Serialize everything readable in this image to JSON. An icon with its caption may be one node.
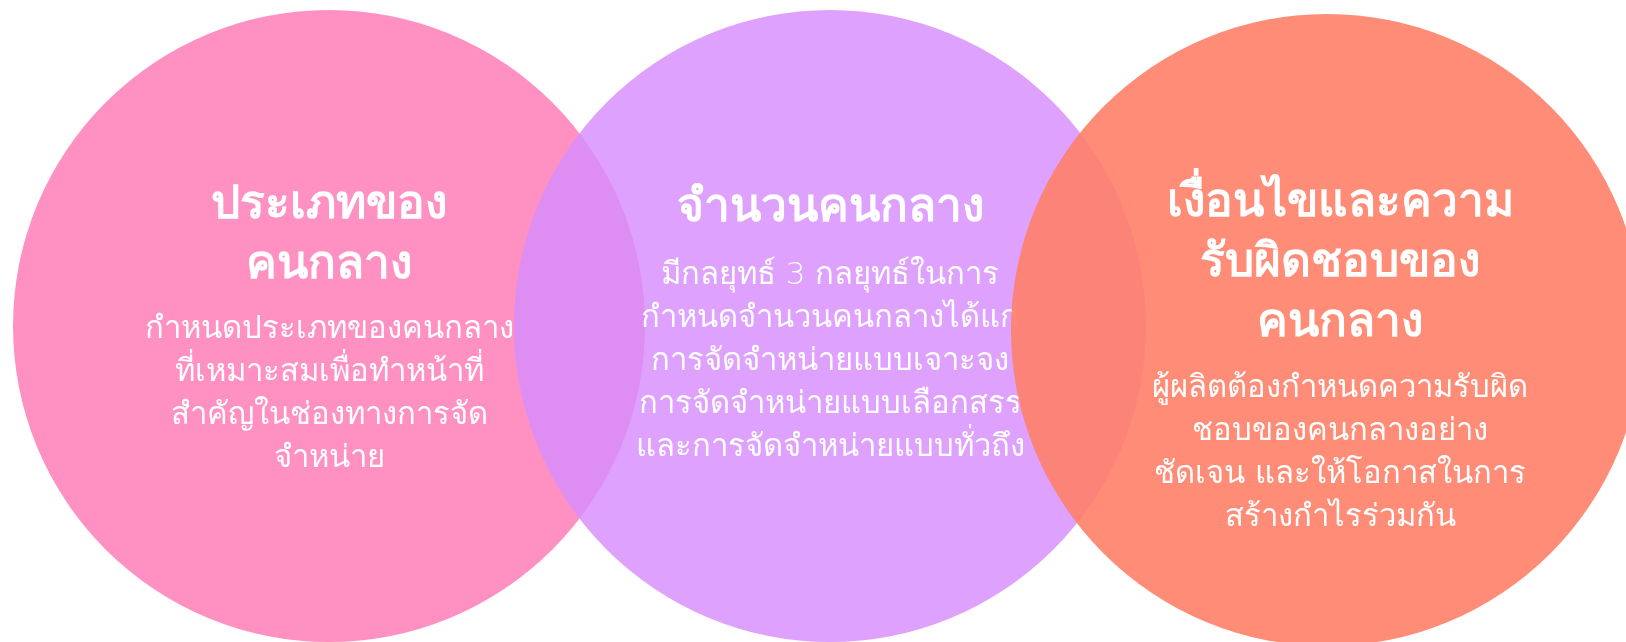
{
  "diagram": {
    "nodes": [
      {
        "text": [
          "ประเภทของคนกลาง",
          "กำหนดประเภทของคนกลางที่เหมาะสมเพื่อทำหน้าที่สำคัญในช่องทางการจัดจำหน่าย"
        ]
      },
      {
        "text": [
          "จำนวนคนกลาง",
          "มีกลยุทธ์ 3 กลยุทธ์ในการกำหนดจำนวนคนกลางได้แก่ การจัดจำหน่ายแบบเจาะจง การจัดจำหน่ายแบบเลือกสรร และการจัดจำหน่ายแบบทั่วถึง"
        ]
      },
      {
        "text": [
          "เงื่อนไขและความรับผิดชอบของคนกลาง",
          "ผู้ผลิตต้องกำหนดความรับผิดชอบของคนกลางอย่างชัดเจน และให้โอกาสในการสร้างกำไรร่วมกัน"
        ]
      }
    ]
  }
}
